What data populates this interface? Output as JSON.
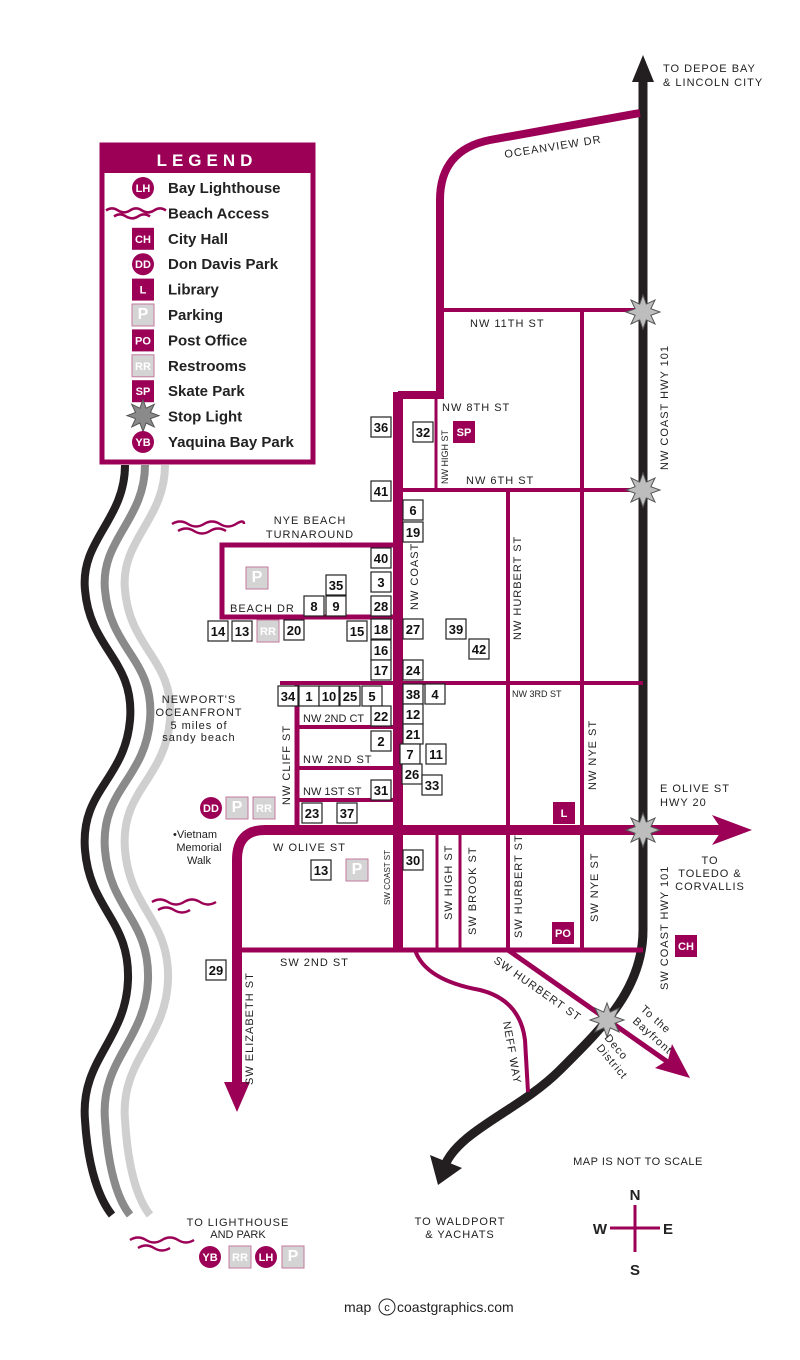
{
  "colors": {
    "magenta": "#9b0056",
    "highway": "#231f20",
    "gray": "#d0d0d0"
  },
  "legend": {
    "title": "LEGEND",
    "items": [
      {
        "code": "LH",
        "label": "Bay Lighthouse",
        "shape": "circle"
      },
      {
        "code": "",
        "label": "Beach Access",
        "shape": "waves"
      },
      {
        "code": "CH",
        "label": "City Hall",
        "shape": "square"
      },
      {
        "code": "DD",
        "label": "Don Davis Park",
        "shape": "circle"
      },
      {
        "code": "L",
        "label": "Library",
        "shape": "square"
      },
      {
        "code": "P",
        "label": "Parking",
        "shape": "gray-square"
      },
      {
        "code": "PO",
        "label": "Post Office",
        "shape": "square"
      },
      {
        "code": "RR",
        "label": "Restrooms",
        "shape": "gray-square"
      },
      {
        "code": "SP",
        "label": "Skate Park",
        "shape": "square"
      },
      {
        "code": "",
        "label": "Stop Light",
        "shape": "star"
      },
      {
        "code": "YB",
        "label": "Yaquina Bay Park",
        "shape": "circle"
      }
    ]
  },
  "streets": {
    "oceanview": "OCEANVIEW DR",
    "nw11": "NW 11TH ST",
    "nw8": "NW 8TH ST",
    "nwhigh": "NW HIGH ST",
    "nw6": "NW 6TH ST",
    "nwcoast": "NW COAST",
    "nwhurbert": "NW HURBERT ST",
    "nw3": "NW 3RD ST",
    "nwnye": "NW NYE ST",
    "beachdr": "BEACH DR",
    "nw2ct": "NW 2ND CT",
    "nw2": "NW 2ND ST",
    "nw1": "NW 1ST ST",
    "nwcliff": "NW CLIFF ST",
    "wolive": "W OLIVE ST",
    "swcoast": "SW COAST ST",
    "swhigh": "SW HIGH ST",
    "swbrook": "SW BROOK ST",
    "swhurbert": "SW HURBERT ST",
    "swnye": "SW NYE ST",
    "sw2": "SW 2ND ST",
    "swelizabeth": "SW ELIZABETH ST",
    "neff": "NEFF WAY",
    "swhurbert_diag": "SW HURBERT ST",
    "nwhwy": "NW COAST HWY 101",
    "swhwy": "SW COAST HWY 101",
    "olive_hwy_1": "E OLIVE ST",
    "olive_hwy_2": "HWY 20"
  },
  "places": {
    "depoe_1": "TO DEPOE BAY",
    "depoe_2": "& LINCOLN CITY",
    "nye_1": "NYE BEACH",
    "nye_2": "TURNAROUND",
    "ocean_1": "NEWPORT'S",
    "ocean_2": "OCEANFRONT",
    "ocean_3": "5 miles of",
    "ocean_4": "sandy beach",
    "vietnam_1": "•Vietnam",
    "vietnam_2": "Memorial",
    "vietnam_3": "Walk",
    "toledo_1": "TO",
    "toledo_2": "TOLEDO &",
    "toledo_3": "CORVALLIS",
    "bayfront_1": "To the",
    "bayfront_2": "Bayfront",
    "deco_1": "Deco",
    "deco_2": "District",
    "waldport_1": "TO WALDPORT",
    "waldport_2": "& YACHATS",
    "lighthouse_1": "TO LIGHTHOUSE",
    "lighthouse_2": "AND PARK",
    "scale_note": "MAP IS NOT TO SCALE",
    "compass": {
      "n": "N",
      "s": "S",
      "e": "E",
      "w": "W"
    },
    "credit_pre": "map",
    "credit_c": "c",
    "credit_site": "coastgraphics.com"
  },
  "numbered_markers": [
    "36",
    "32",
    "41",
    "6",
    "19",
    "40",
    "3",
    "35",
    "8",
    "9",
    "28",
    "14",
    "13",
    "20",
    "15",
    "18",
    "27",
    "39",
    "42",
    "16",
    "17",
    "24",
    "34",
    "1",
    "10",
    "25",
    "5",
    "38",
    "4",
    "22",
    "12",
    "2",
    "21",
    "7",
    "11",
    "26",
    "33",
    "31",
    "23",
    "37",
    "30",
    "13",
    "29"
  ],
  "icons": [
    "P",
    "RR",
    "DD",
    "P",
    "RR",
    "SP",
    "L",
    "PO",
    "CH",
    "P",
    "YB",
    "RR",
    "LH",
    "P"
  ]
}
